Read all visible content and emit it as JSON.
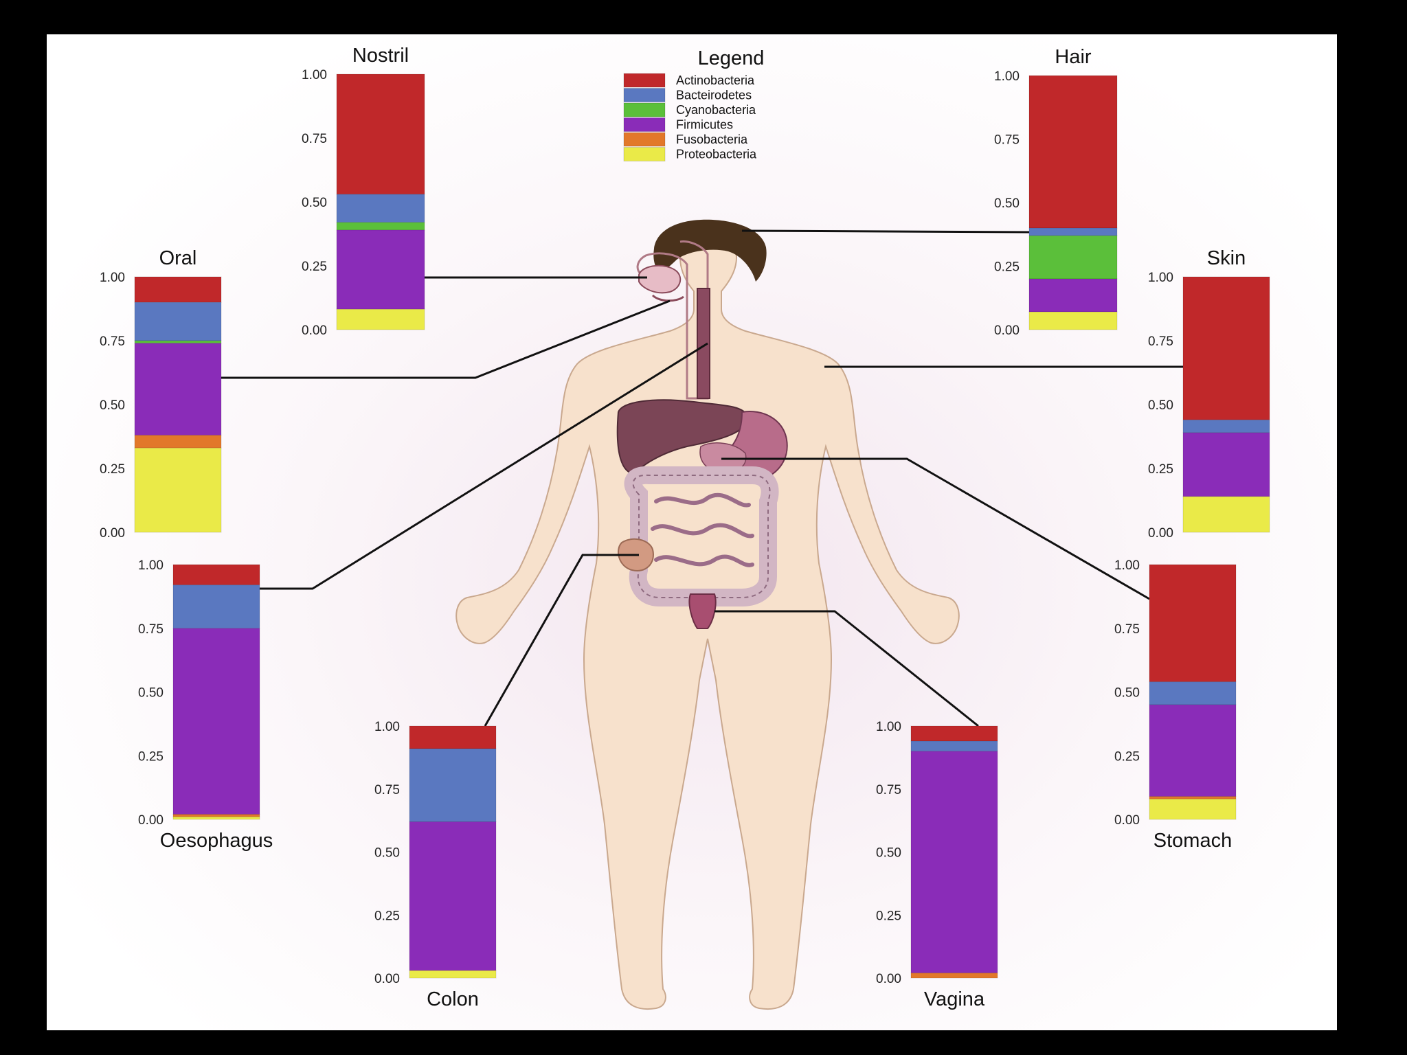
{
  "legend": {
    "title": "Legend",
    "items": [
      {
        "name": "Actinobacteria",
        "color": "#c0282a"
      },
      {
        "name": "Bacteirodetes",
        "color": "#5a78c0"
      },
      {
        "name": "Cyanobacteria",
        "color": "#5bbf3a"
      },
      {
        "name": "Firmicutes",
        "color": "#8a2cb8"
      },
      {
        "name": "Fusobacteria",
        "color": "#e2782a"
      },
      {
        "name": "Proteobacteria",
        "color": "#eaea48"
      }
    ]
  },
  "chart_data": {
    "type": "bar",
    "stacked": true,
    "ylim": [
      0,
      1
    ],
    "yticks": [
      "1.00",
      "0.75",
      "0.50",
      "0.25",
      "0.00"
    ],
    "grid": false,
    "legend_position": "top-center",
    "categories": [
      "Nostril",
      "Hair",
      "Oral",
      "Skin",
      "Oesophagus",
      "Stomach",
      "Colon",
      "Vagina"
    ],
    "series": [
      {
        "name": "Actinobacteria",
        "values": [
          0.47,
          0.6,
          0.1,
          0.56,
          0.08,
          0.46,
          0.09,
          0.06
        ]
      },
      {
        "name": "Bacteirodetes",
        "values": [
          0.11,
          0.03,
          0.15,
          0.05,
          0.17,
          0.09,
          0.29,
          0.04
        ]
      },
      {
        "name": "Cyanobacteria",
        "values": [
          0.03,
          0.17,
          0.01,
          0.0,
          0.0,
          0.0,
          0.0,
          0.0
        ]
      },
      {
        "name": "Firmicutes",
        "values": [
          0.31,
          0.13,
          0.36,
          0.25,
          0.73,
          0.36,
          0.59,
          0.88
        ]
      },
      {
        "name": "Fusobacteria",
        "values": [
          0.0,
          0.0,
          0.05,
          0.0,
          0.01,
          0.01,
          0.0,
          0.02
        ]
      },
      {
        "name": "Proteobacteria",
        "values": [
          0.08,
          0.07,
          0.33,
          0.14,
          0.01,
          0.08,
          0.03,
          0.0
        ]
      }
    ]
  }
}
